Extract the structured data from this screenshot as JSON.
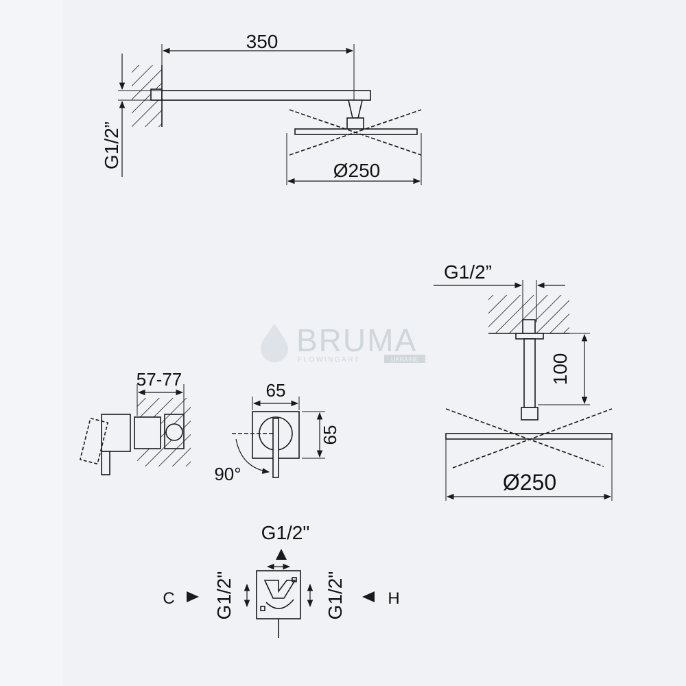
{
  "watermark": {
    "brand": "BRUMA",
    "tagline": "FLOWINGART",
    "region": "UKRAINE",
    "brand_color": "#cfd6dc",
    "region_bg": "#cfd6dc"
  },
  "wall_shower": {
    "arm_length": "350",
    "thread": "G1/2”",
    "head_diameter": "Ø250"
  },
  "ceiling_shower": {
    "thread": "G1/2”",
    "drop_length": "100",
    "head_diameter": "Ø250"
  },
  "mixer_side": {
    "depth_range": "57-77"
  },
  "mixer_front": {
    "width": "65",
    "height": "65",
    "rotation": "90°"
  },
  "connections": {
    "top_thread": "G1/2\"",
    "left_thread": "G1/2\"",
    "right_thread": "G1/2\"",
    "cold_label": "C",
    "hot_label": "H"
  },
  "colors": {
    "line": "#1a1a1a",
    "background": "#f3f5f8",
    "panel": "#f0f2f5"
  }
}
